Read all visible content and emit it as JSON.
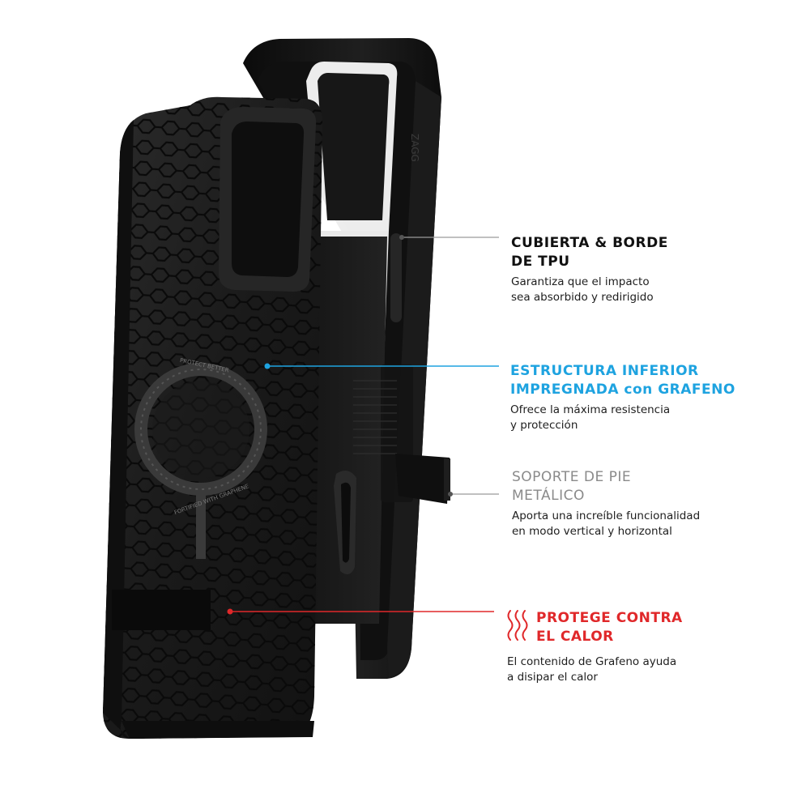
{
  "image": {
    "brand_mark": "ZAGG",
    "ring_text_top": "PROTECT BETTER",
    "ring_text_bottom": "FORTIFIED WITH GRAPHENE"
  },
  "callouts": [
    {
      "title_line1": "CUBIERTA & BORDE",
      "title_line2": "DE TPU",
      "desc_line1": "Garantiza que el impacto",
      "desc_line2": "sea absorbido y redirigido",
      "color": "#111111"
    },
    {
      "title_line1": "ESTRUCTURA INFERIOR",
      "title_line2": "IMPREGNADA con GRAFENO",
      "desc_line1": "Ofrece la máxima resistencia",
      "desc_line2": "y protección",
      "color": "#1ea3e0"
    },
    {
      "title_line1": "SOPORTE DE PIE",
      "title_line2": "METÁLICO",
      "desc_line1": "Aporta una increíble funcionalidad",
      "desc_line2": "en modo vertical y horizontal",
      "color": "#8a8a8a"
    },
    {
      "title_line1": "PROTEGE CONTRA",
      "title_line2": "EL CALOR",
      "desc_line1": "El contenido de Grafeno ayuda",
      "desc_line2": "a disipar el calor",
      "color": "#e0282a",
      "icon": "heat-waves-icon"
    }
  ]
}
